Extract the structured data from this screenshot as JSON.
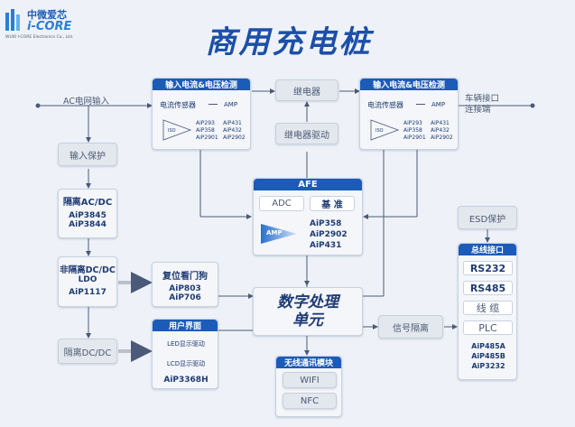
{
  "logo": {
    "cn": "中微爱芯",
    "en": "i-CORE",
    "sub": "WUXI I-CORE Electronics Co., Ltd."
  },
  "title": "商用充电桩",
  "ac_input": "AC电网输入",
  "input_sense_1": {
    "header": "输入电流&电压检测",
    "sensor": "电流传感器",
    "amp": "AMP",
    "chip_col1": [
      "AiP293",
      "AiP358",
      "AiP2901"
    ],
    "chip_col2": [
      "AiP431",
      "AiP432",
      "AiP2902"
    ],
    "iso": "ISO AMP"
  },
  "input_sense_2": {
    "header": "输入电流&电压检测",
    "sensor": "电流传感器",
    "amp": "AMP",
    "chip_col1": [
      "AiP293",
      "AiP358",
      "AiP2901"
    ],
    "chip_col2": [
      "AiP431",
      "AiP432",
      "AiP2902"
    ],
    "iso": "ISO AMP"
  },
  "relay": "继电器",
  "relay_driver": "继电器驱动",
  "vehicle_port": [
    "车辆接口",
    "连接端"
  ],
  "input_protect": "输入保护",
  "isolated_acdc": {
    "title": "隔离AC/DC",
    "chips": [
      "AiP3845",
      "AiP3844"
    ]
  },
  "non_isolated": {
    "title": "非隔离DC/DC",
    "sub": "LDO",
    "chip": "AiP1117"
  },
  "isolated_dcdc": "隔离DC/DC",
  "watchdog": {
    "title": "复位看门狗",
    "chips": [
      "AiP803",
      "AiP706"
    ]
  },
  "afe": {
    "header": "AFE",
    "adc": "ADC",
    "ref": "基 准",
    "amp": "AMP",
    "chips": [
      "AiP358",
      "AiP2902",
      "AiP431"
    ]
  },
  "dsp": {
    "line1": "数字处理",
    "line2": "单元"
  },
  "user_ui": {
    "header": "用户界面",
    "items": [
      "LED显示驱动",
      "LCD显示驱动"
    ],
    "chip": "AiP3368H"
  },
  "wireless": {
    "header": "无线通讯模块",
    "items": [
      "WIFI",
      "NFC"
    ]
  },
  "signal_iso": "信号隔离",
  "esd": "ESD保护",
  "bus": {
    "header": "总线接口",
    "items": [
      "RS232",
      "RS485",
      "线 缆",
      "PLC"
    ],
    "chips": [
      "AiP485A",
      "AiP485B",
      "AiP3232"
    ]
  },
  "colors": {
    "accent": "#1c5bb8",
    "title": "#1c4fa8",
    "text": "#1f3b73",
    "line": "#4a5a78"
  }
}
